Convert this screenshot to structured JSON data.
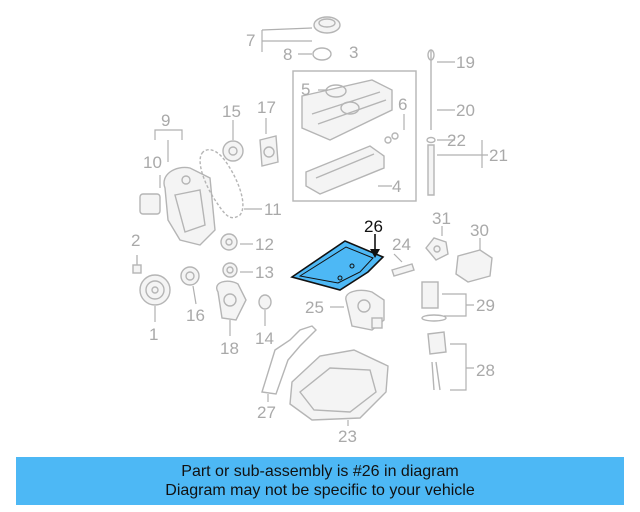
{
  "diagram": {
    "highlighted_part": "26",
    "highlight_color": "#4db8f5",
    "part_labels": [
      "1",
      "2",
      "3",
      "4",
      "5",
      "6",
      "7",
      "8",
      "9",
      "10",
      "11",
      "12",
      "13",
      "14",
      "15",
      "16",
      "17",
      "18",
      "19",
      "20",
      "21",
      "22",
      "23",
      "24",
      "25",
      "26",
      "27",
      "28",
      "29",
      "30",
      "31"
    ]
  },
  "banner": {
    "line1": "Part or sub-assembly is #26 in diagram",
    "line2": "Diagram may not be specific to your vehicle",
    "background": "#4db8f5"
  }
}
